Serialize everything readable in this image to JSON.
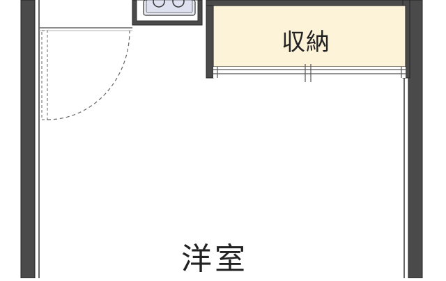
{
  "rooms": {
    "storage": {
      "label": "収納",
      "fill": "#fdf3d8"
    },
    "western_room": {
      "label": "洋室"
    }
  },
  "fixtures": [
    "stove-top",
    "door-swing",
    "closet-door-track"
  ],
  "colors": {
    "wall": "#4a4a4a",
    "wall_outline": "#222222",
    "line": "#555555",
    "background": "#ffffff"
  }
}
